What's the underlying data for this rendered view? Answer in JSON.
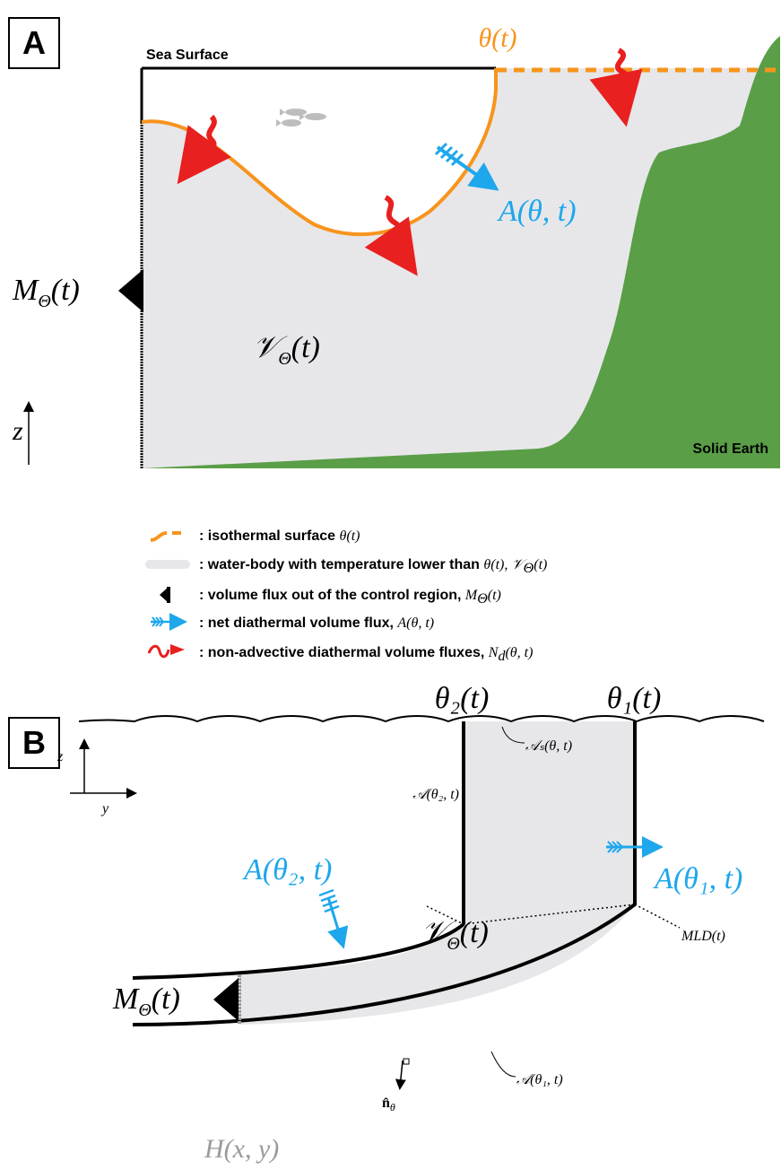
{
  "panelA": {
    "letter": "A",
    "sea_surface": "Sea Surface",
    "solid_earth": "Solid Earth",
    "theta_t": "θ(t)",
    "A_theta_t": "A(θ, t)",
    "M_theta_sym": "M",
    "M_theta_sub": "Θ",
    "M_theta_arg": "(t)",
    "V_theta_sym": "𝒱",
    "V_theta_sub": "Θ",
    "V_theta_arg": "(t)",
    "z_axis": "z"
  },
  "legend": {
    "items": [
      {
        "icon": "orange-dashed-line-icon",
        "text": ": isothermal surface ",
        "math": "θ(t)"
      },
      {
        "icon": "gray-bar-icon",
        "text": ": water-body with temperature lower than ",
        "math": "θ(t), 𝒱",
        "math_sub": "Θ",
        "math_tail": "(t)"
      },
      {
        "icon": "black-arrow-icon",
        "text": ": volume flux out of the control region, ",
        "math": "M",
        "math_sub": "Θ",
        "math_tail": "(t)"
      },
      {
        "icon": "blue-arrow-icon",
        "text": ": net diathermal volume flux, ",
        "math": "A(θ, t)"
      },
      {
        "icon": "red-squiggle-arrow-icon",
        "text": ": non-advective diathermal volume fluxes, ",
        "math_bold": "N",
        "math_bold_sub": "d",
        "math": "(θ, t)"
      }
    ]
  },
  "panelB": {
    "letter": "B",
    "theta2_t": "θ₂(t)",
    "theta1_t": "θ₁(t)",
    "As_label": "𝒜ₛ(θ, t)",
    "A_theta2_label": "𝒜(θ₂, t)",
    "A_theta1_label": "𝒜(θ₁, t)",
    "A_theta2_flux": "A(θ₂, t)",
    "A_theta1_flux": "A(θ₁, t)",
    "V_theta_sym": "𝒱",
    "V_theta_sub": "Θ",
    "V_theta_arg": "(t)",
    "M_theta_sym": "M",
    "M_theta_sub": "Θ",
    "M_theta_arg": "(t)",
    "MLD": "MLD(t)",
    "n_hat": "n̂",
    "n_hat_sub": "θ",
    "H_xy": "H(x, y)",
    "z_axis": "z",
    "y_axis": "y"
  },
  "colors": {
    "orange": "#f7941d",
    "blue": "#1ea7ec",
    "red": "#e8201f",
    "green": "#5a9e47",
    "water": "#e7e7e9",
    "gray_text": "#9a9a9a"
  }
}
